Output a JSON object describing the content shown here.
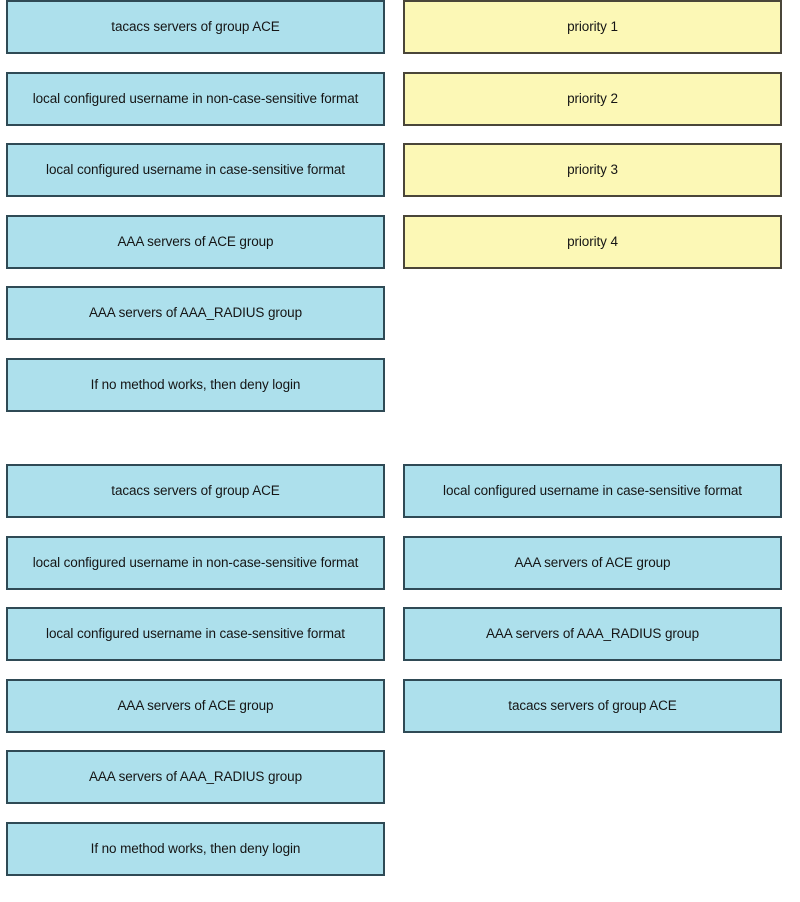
{
  "diagram": {
    "type": "matching-exercise",
    "colors": {
      "option_fill": "#ade0ec",
      "option_border": "#2f4a55",
      "priority_fill": "#fcf8b6",
      "priority_border": "#4a4639",
      "page_background": "#ffffff",
      "text": "#151515"
    },
    "sections": [
      {
        "id": "question",
        "columns": [
          {
            "id": "question-options",
            "style": "blue",
            "boxes": [
              {
                "label": "tacacs servers of group ACE"
              },
              {
                "label": "local configured username in non-case-sensitive format"
              },
              {
                "label": "local configured username in case-sensitive format"
              },
              {
                "label": "AAA servers of ACE group"
              },
              {
                "label": "AAA servers of AAA_RADIUS group"
              },
              {
                "label": "If no method works, then deny login"
              }
            ]
          },
          {
            "id": "question-priorities",
            "style": "yellow",
            "boxes": [
              {
                "label": "priority 1"
              },
              {
                "label": "priority 2"
              },
              {
                "label": "priority 3"
              },
              {
                "label": "priority 4"
              }
            ]
          }
        ]
      },
      {
        "id": "answer",
        "columns": [
          {
            "id": "answer-options",
            "style": "blue",
            "boxes": [
              {
                "label": "tacacs servers of group ACE"
              },
              {
                "label": "local configured username in non-case-sensitive format"
              },
              {
                "label": "local configured username in case-sensitive format"
              },
              {
                "label": "AAA servers of ACE group"
              },
              {
                "label": "AAA servers of AAA_RADIUS group"
              },
              {
                "label": "If no method works, then deny login"
              }
            ]
          },
          {
            "id": "answer-order",
            "style": "blue",
            "boxes": [
              {
                "label": "local configured username in case-sensitive format"
              },
              {
                "label": "AAA servers of ACE group"
              },
              {
                "label": "AAA servers of AAA_RADIUS group"
              },
              {
                "label": "tacacs servers of group ACE"
              }
            ]
          }
        ]
      }
    ]
  }
}
